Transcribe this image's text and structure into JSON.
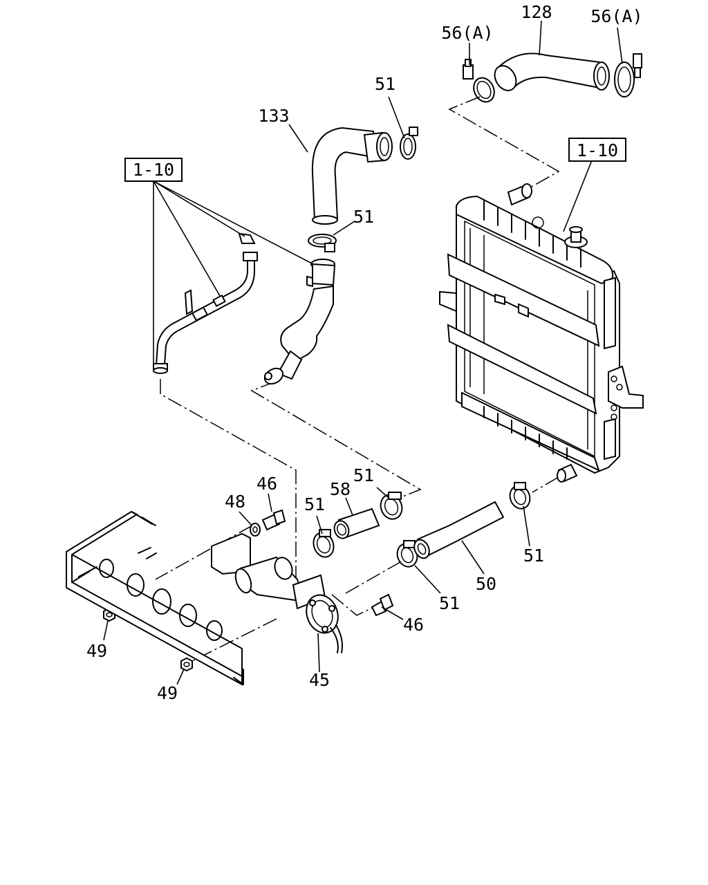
{
  "callouts": {
    "c128": "128",
    "c56a_left": "56(A)",
    "c56a_right": "56(A)",
    "c51_top": "51",
    "c133": "133",
    "c51_upper_hose": "51",
    "ref_left": "1-10",
    "ref_right": "1-10",
    "c46_top": "46",
    "c48": "48",
    "c51_mid_left": "51",
    "c58": "58",
    "c51_mid_right": "51",
    "c51_lower_right": "51",
    "c50": "50",
    "c51_lower_mid": "51",
    "c46_bottom": "46",
    "c45": "45",
    "c49_upper": "49",
    "c49_lower": "49"
  }
}
